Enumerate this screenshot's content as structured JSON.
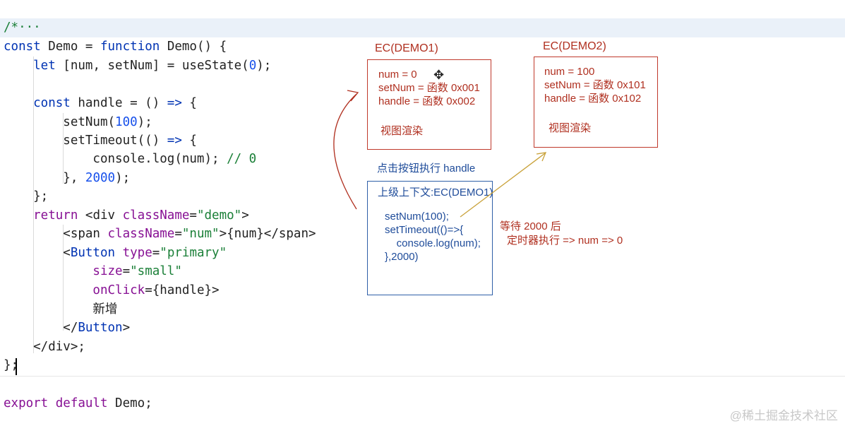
{
  "code": {
    "lines": [
      {
        "text": "/*···",
        "segments": [
          {
            "t": "/*···",
            "c": "cmt"
          }
        ]
      },
      {
        "segments": [
          {
            "t": "const ",
            "c": "kw"
          },
          {
            "t": "Demo = ",
            "c": "fn"
          },
          {
            "t": "function ",
            "c": "kw"
          },
          {
            "t": "Demo() {",
            "c": "fn"
          }
        ]
      },
      {
        "segments": [
          {
            "t": "    let ",
            "c": "kw"
          },
          {
            "t": "[num, setNum] = useState(",
            "c": "fn"
          },
          {
            "t": "0",
            "c": "num"
          },
          {
            "t": ");",
            "c": "fn"
          }
        ]
      },
      {
        "segments": [
          {
            "t": "",
            "c": "fn"
          }
        ]
      },
      {
        "segments": [
          {
            "t": "    const ",
            "c": "kw"
          },
          {
            "t": "handle = () ",
            "c": "fn"
          },
          {
            "t": "=> ",
            "c": "kw"
          },
          {
            "t": "{",
            "c": "fn"
          }
        ]
      },
      {
        "segments": [
          {
            "t": "        setNum(",
            "c": "fn"
          },
          {
            "t": "100",
            "c": "num"
          },
          {
            "t": ");",
            "c": "fn"
          }
        ]
      },
      {
        "segments": [
          {
            "t": "        setTimeout(() ",
            "c": "fn"
          },
          {
            "t": "=> ",
            "c": "kw"
          },
          {
            "t": "{",
            "c": "fn"
          }
        ]
      },
      {
        "segments": [
          {
            "t": "            console.log(num); ",
            "c": "fn"
          },
          {
            "t": "// 0",
            "c": "cmt"
          }
        ]
      },
      {
        "segments": [
          {
            "t": "        }, ",
            "c": "fn"
          },
          {
            "t": "2000",
            "c": "num"
          },
          {
            "t": ");",
            "c": "fn"
          }
        ]
      },
      {
        "segments": [
          {
            "t": "    };",
            "c": "fn"
          }
        ]
      },
      {
        "segments": [
          {
            "t": "    return ",
            "c": "attr"
          },
          {
            "t": "<div ",
            "c": "fn"
          },
          {
            "t": "className",
            "c": "attr"
          },
          {
            "t": "=",
            "c": "fn"
          },
          {
            "t": "\"demo\"",
            "c": "str"
          },
          {
            "t": ">",
            "c": "fn"
          }
        ]
      },
      {
        "segments": [
          {
            "t": "        <span ",
            "c": "fn"
          },
          {
            "t": "className",
            "c": "attr"
          },
          {
            "t": "=",
            "c": "fn"
          },
          {
            "t": "\"num\"",
            "c": "str"
          },
          {
            "t": ">{num}</span>",
            "c": "fn"
          }
        ]
      },
      {
        "segments": [
          {
            "t": "        <",
            "c": "fn"
          },
          {
            "t": "Button ",
            "c": "tag"
          },
          {
            "t": "type",
            "c": "attr"
          },
          {
            "t": "=",
            "c": "fn"
          },
          {
            "t": "\"primary\"",
            "c": "str"
          }
        ]
      },
      {
        "segments": [
          {
            "t": "            size",
            "c": "attr"
          },
          {
            "t": "=",
            "c": "fn"
          },
          {
            "t": "\"small\"",
            "c": "str"
          }
        ]
      },
      {
        "segments": [
          {
            "t": "            onClick",
            "c": "attr"
          },
          {
            "t": "={handle}>",
            "c": "fn"
          }
        ]
      },
      {
        "segments": [
          {
            "t": "            新增",
            "c": "fn"
          }
        ]
      },
      {
        "segments": [
          {
            "t": "        </",
            "c": "fn"
          },
          {
            "t": "Button",
            "c": "tag"
          },
          {
            "t": ">",
            "c": "fn"
          }
        ]
      },
      {
        "segments": [
          {
            "t": "    </div>;",
            "c": "fn"
          }
        ]
      },
      {
        "segments": [
          {
            "t": "};",
            "c": "fn"
          }
        ]
      },
      {
        "segments": [
          {
            "t": "",
            "c": "fn"
          }
        ]
      },
      {
        "segments": [
          {
            "t": "",
            "c": "fn"
          }
        ]
      },
      {
        "segments": [
          {
            "t": "export default ",
            "c": "attr"
          },
          {
            "t": "Demo;",
            "c": "fn"
          }
        ]
      }
    ]
  },
  "annotations": {
    "ec1_title": "EC(DEMO1)",
    "ec2_title": "EC(DEMO2)",
    "ec1_lines": [
      "num = 0",
      "setNum = 函数 0x001",
      "handle = 函数 0x002"
    ],
    "ec1_render": "视图渲染",
    "ec2_lines": [
      "num = 100",
      "setNum = 函数 0x101",
      "handle = 函数 0x102"
    ],
    "ec2_render": "视图渲染",
    "click_label": "点击按钮执行 handle",
    "handle_ctx": "上级上下文:EC(DEMO1)",
    "handle_code": [
      "setNum(100);",
      "setTimeout(()=>{",
      "    console.log(num);",
      "},2000)"
    ],
    "wait_line1": "等待 2000 后",
    "wait_line2": "定时器执行 => num => 0"
  },
  "watermark": "@稀土掘金技术社区",
  "colors": {
    "keyword": "#0033b3",
    "string": "#1a7f37",
    "attribute": "#871094",
    "annotation_red": "#b03020",
    "annotation_blue": "#1f4c9a",
    "arrow_gold": "#c9a23a"
  }
}
